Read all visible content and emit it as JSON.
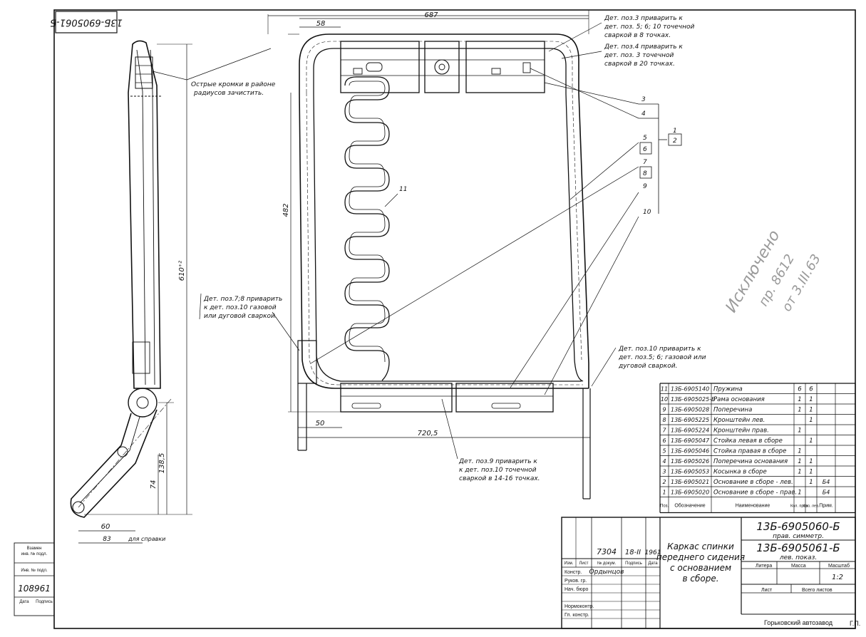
{
  "drawing": {
    "side_code_rotated": "13Б-6905061-Б",
    "note_sharp_edges": [
      "Острые кромки в районе",
      "радиусов зачистить."
    ],
    "note_top_1": [
      "Дет. поз.3 приварить к",
      "дет. поз. 5; 6; 10 точечной",
      "сваркой в 8 точках."
    ],
    "note_top_2": [
      "Дет. поз.4 приварить к",
      "дет. поз. 3 точечной",
      "сваркой в 20 точках."
    ],
    "note_left": [
      "Дет. поз.7;8 приварить",
      "к дет. поз.10 газовой",
      "или дуговой сваркой."
    ],
    "note_right": [
      "Дет. поз.10 приварить к",
      "дет. поз.5; 6; газовой или",
      "дуговой сваркой."
    ],
    "note_bottom": [
      "Дет. поз.9 приварить к",
      "к дет. поз.10 точечной",
      "сваркой в 14-16 точках."
    ],
    "dims": {
      "d687": "687",
      "d58": "58",
      "d482": "482",
      "d610": "610⁺²",
      "d50": "50",
      "d720": "720,5",
      "d138": "138,5",
      "d74": "74",
      "d60": "60",
      "d83": "83",
      "for_right": "для справки"
    },
    "callouts": [
      "3",
      "4",
      "5",
      "6",
      "7",
      "8",
      "9",
      "10",
      "11"
    ],
    "group_labels": [
      "1",
      "2"
    ],
    "handwritten": [
      "Исключено",
      "пр. 8612",
      "от 3.III.63"
    ],
    "corner_mark": "Г.П."
  },
  "parts": {
    "headers": [
      "Поз.",
      "Обозначение",
      "Наименование",
      "Кол. прав.",
      "Кол. лев.",
      "Прим."
    ],
    "rows": [
      {
        "pos": "11",
        "code": "13Б-6905140",
        "name": "Пружина",
        "q1": "6",
        "q2": "6",
        "note": ""
      },
      {
        "pos": "10",
        "code": "13Б-6905025-Б",
        "name": "Рама основания",
        "q1": "1",
        "q2": "1",
        "note": ""
      },
      {
        "pos": "9",
        "code": "13Б-6905028",
        "name": "Поперечина",
        "q1": "1",
        "q2": "1",
        "note": ""
      },
      {
        "pos": "8",
        "code": "13Б-6905225",
        "name": "Кронштейн лев.",
        "q1": "",
        "q2": "1",
        "note": ""
      },
      {
        "pos": "7",
        "code": "13Б-6905224",
        "name": "Кронштейн прав.",
        "q1": "1",
        "q2": "",
        "note": ""
      },
      {
        "pos": "6",
        "code": "13Б-6905047",
        "name": "Стойка левая в сборе",
        "q1": "",
        "q2": "1",
        "note": ""
      },
      {
        "pos": "5",
        "code": "13Б-6905046",
        "name": "Стойка правая в сборе",
        "q1": "1",
        "q2": "",
        "note": ""
      },
      {
        "pos": "4",
        "code": "13Б-6905026",
        "name": "Поперечина основания",
        "q1": "1",
        "q2": "1",
        "note": ""
      },
      {
        "pos": "3",
        "code": "13Б-6905053",
        "name": "Косынка в сборе",
        "q1": "1",
        "q2": "1",
        "note": ""
      },
      {
        "pos": "2",
        "code": "13Б-6905021",
        "name": "Основание в сборе - лев.",
        "q1": "",
        "q2": "1",
        "note": "Б4"
      },
      {
        "pos": "1",
        "code": "13Б-6905020",
        "name": "Основание в сборе - прав.",
        "q1": "1",
        "q2": "",
        "note": "Б4"
      }
    ]
  },
  "title_block": {
    "code1": "13Б-6905060-Б",
    "code1_sub": "прав. симметр.",
    "code2": "13Б-6905061-Б",
    "code2_sub": "лев. показ.",
    "title": [
      "Каркас спинки",
      "переднего сидения",
      "с основанием",
      "в сборе."
    ],
    "change_no": "7304",
    "change_date": "18-II",
    "change_year": "1961",
    "col_labels": [
      "Изм.",
      "Лист",
      "№ докум.",
      "Подпись",
      "Дата"
    ],
    "roles": [
      "Констр.",
      "Руков. гр.",
      "Нач. бюро",
      "",
      "Нормоконтр.",
      "Гл. констр."
    ],
    "designer": "Ордынцов",
    "mass_labels": [
      "Литера",
      "Масса",
      "Масштаб"
    ],
    "scale": "1:2",
    "sheet_label": "Лист",
    "sheets_label": "Всего листов",
    "factory": "Горьковский автозавод"
  },
  "margin": {
    "line1": "Взамен",
    "line2": "инв. № подл.",
    "line3": "Инв. № подл.",
    "inv_no": "108961",
    "line4": "Дата",
    "line5": "Подпись"
  }
}
